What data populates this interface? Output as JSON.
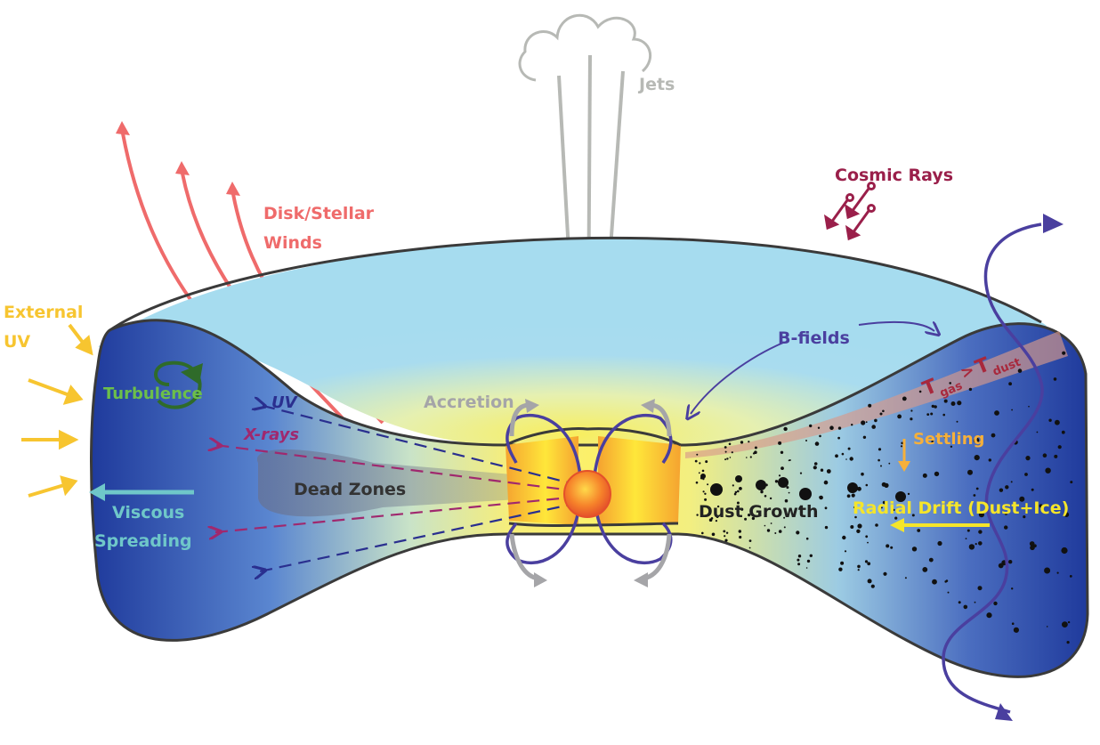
{
  "labels": {
    "jets": "Jets",
    "cosmic_rays": "Cosmic Rays",
    "winds_line1": "Disk/Stellar",
    "winds_line2": "Winds",
    "external_uv_line1": "External",
    "external_uv_line2": "UV",
    "turbulence": "Turbulence",
    "uv": "UV",
    "xrays": "X-rays",
    "dead_zones": "Dead Zones",
    "viscous_line1": "Viscous",
    "viscous_line2": "Spreading",
    "accretion": "Accretion",
    "bfields": "B-fields",
    "t_main1": "T",
    "t_sub1": "gas",
    "t_gt": ">",
    "t_main2": "T",
    "t_sub2": "dust",
    "settling": "Settling",
    "dust_growth": "Dust Growth",
    "radial_drift": "Radial Drift (Dust+Ice)"
  },
  "colors": {
    "winds": "#ef6b6b",
    "external_uv": "#f7c530",
    "turbulence_text": "#6cbf4a",
    "turbulence_swirl": "#2f6b2a",
    "uv": "#2a2f8f",
    "xrays": "#a0286e",
    "dead_zones": "#333333",
    "viscous": "#6fc7c9",
    "accretion": "#a5a5a8",
    "jets": "#b7b9b5",
    "cosmic_rays": "#9a1f4a",
    "bfields": "#4a3f9f",
    "t_label": "#a8283c",
    "settling": "#f6b03a",
    "dust_growth": "#222222",
    "radial_drift": "#f5e52a",
    "disk_outline": "#3a3a3a",
    "halo": "#a6dcef",
    "disk_dark": "#253f9e",
    "disk_yellow": "#f8ee6a"
  }
}
